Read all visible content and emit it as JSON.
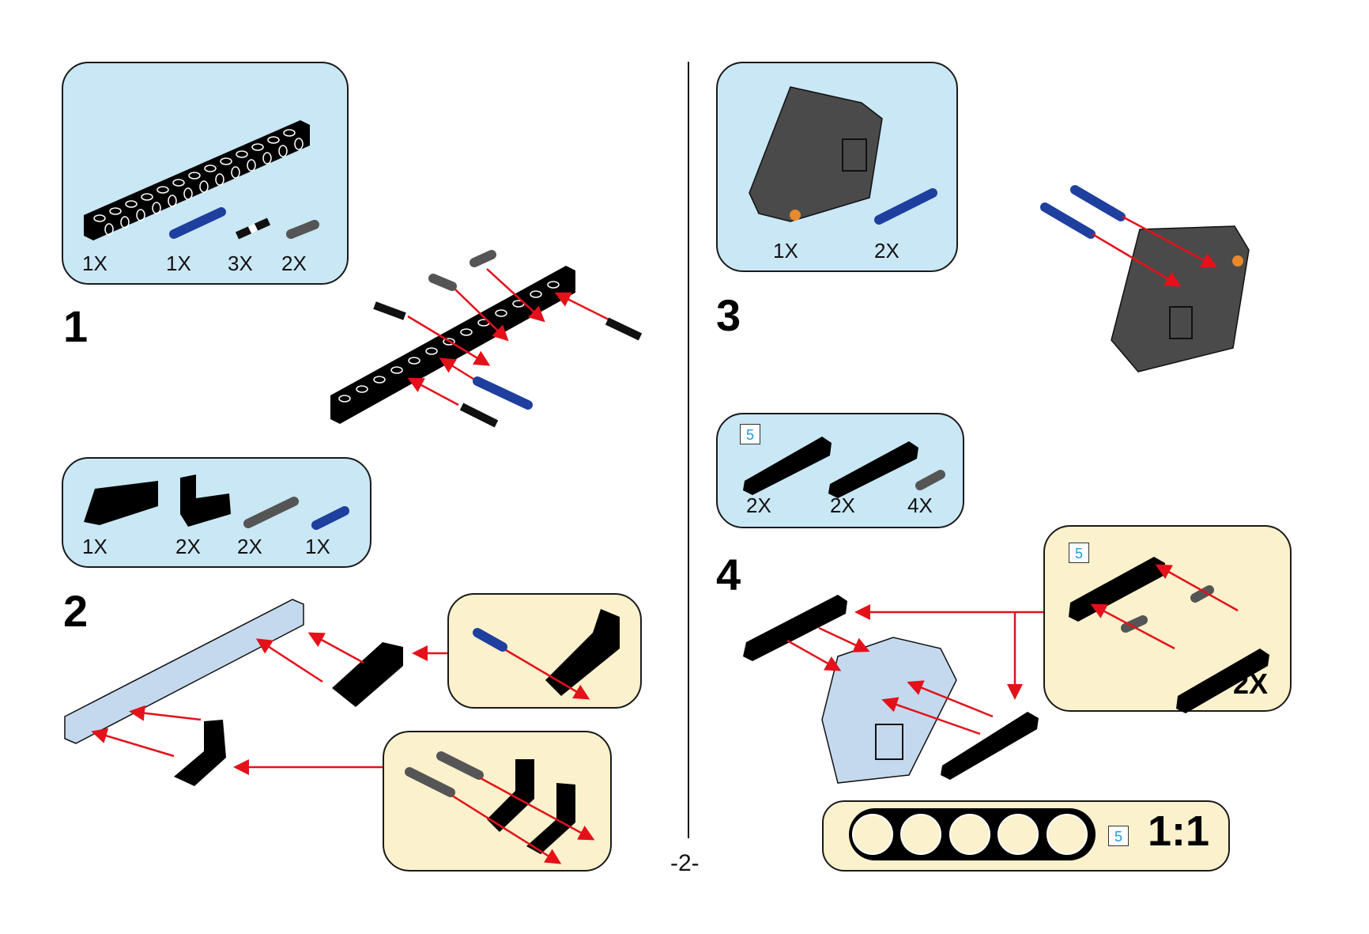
{
  "page": {
    "number_label": "-2-"
  },
  "colors": {
    "panel_blue": "#c9e7f5",
    "panel_cream": "#fbf1cc",
    "arrow_red": "#e4111a",
    "badge_text": "#1d9be0"
  },
  "steps": [
    {
      "number": "1",
      "parts": [
        {
          "name": "technic-brick-1x14",
          "qty": "1X"
        },
        {
          "name": "long-pin-blue",
          "qty": "1X"
        },
        {
          "name": "pin-black",
          "qty": "3X"
        },
        {
          "name": "pin-grey-short",
          "qty": "2X"
        }
      ]
    },
    {
      "number": "2",
      "parts": [
        {
          "name": "l-beam-3x5",
          "qty": "1X"
        },
        {
          "name": "l-beam-3x3",
          "qty": "2X"
        },
        {
          "name": "long-pin-grey",
          "qty": "2X"
        },
        {
          "name": "pin-blue-short",
          "qty": "1X"
        }
      ]
    },
    {
      "number": "3",
      "parts": [
        {
          "name": "motor-grey",
          "qty": "1X"
        },
        {
          "name": "long-pin-blue",
          "qty": "2X"
        }
      ]
    },
    {
      "number": "4",
      "parts_badge": "5",
      "parts": [
        {
          "name": "beam-5",
          "qty": "2X"
        },
        {
          "name": "beam-5-b",
          "qty": "2X"
        },
        {
          "name": "pin-grey-short",
          "qty": "4X"
        }
      ],
      "subassembly": {
        "badge": "5",
        "multiplier": "2X"
      }
    }
  ],
  "scale_reference": {
    "badge": "5",
    "ratio": "1:1",
    "holes": 5
  }
}
